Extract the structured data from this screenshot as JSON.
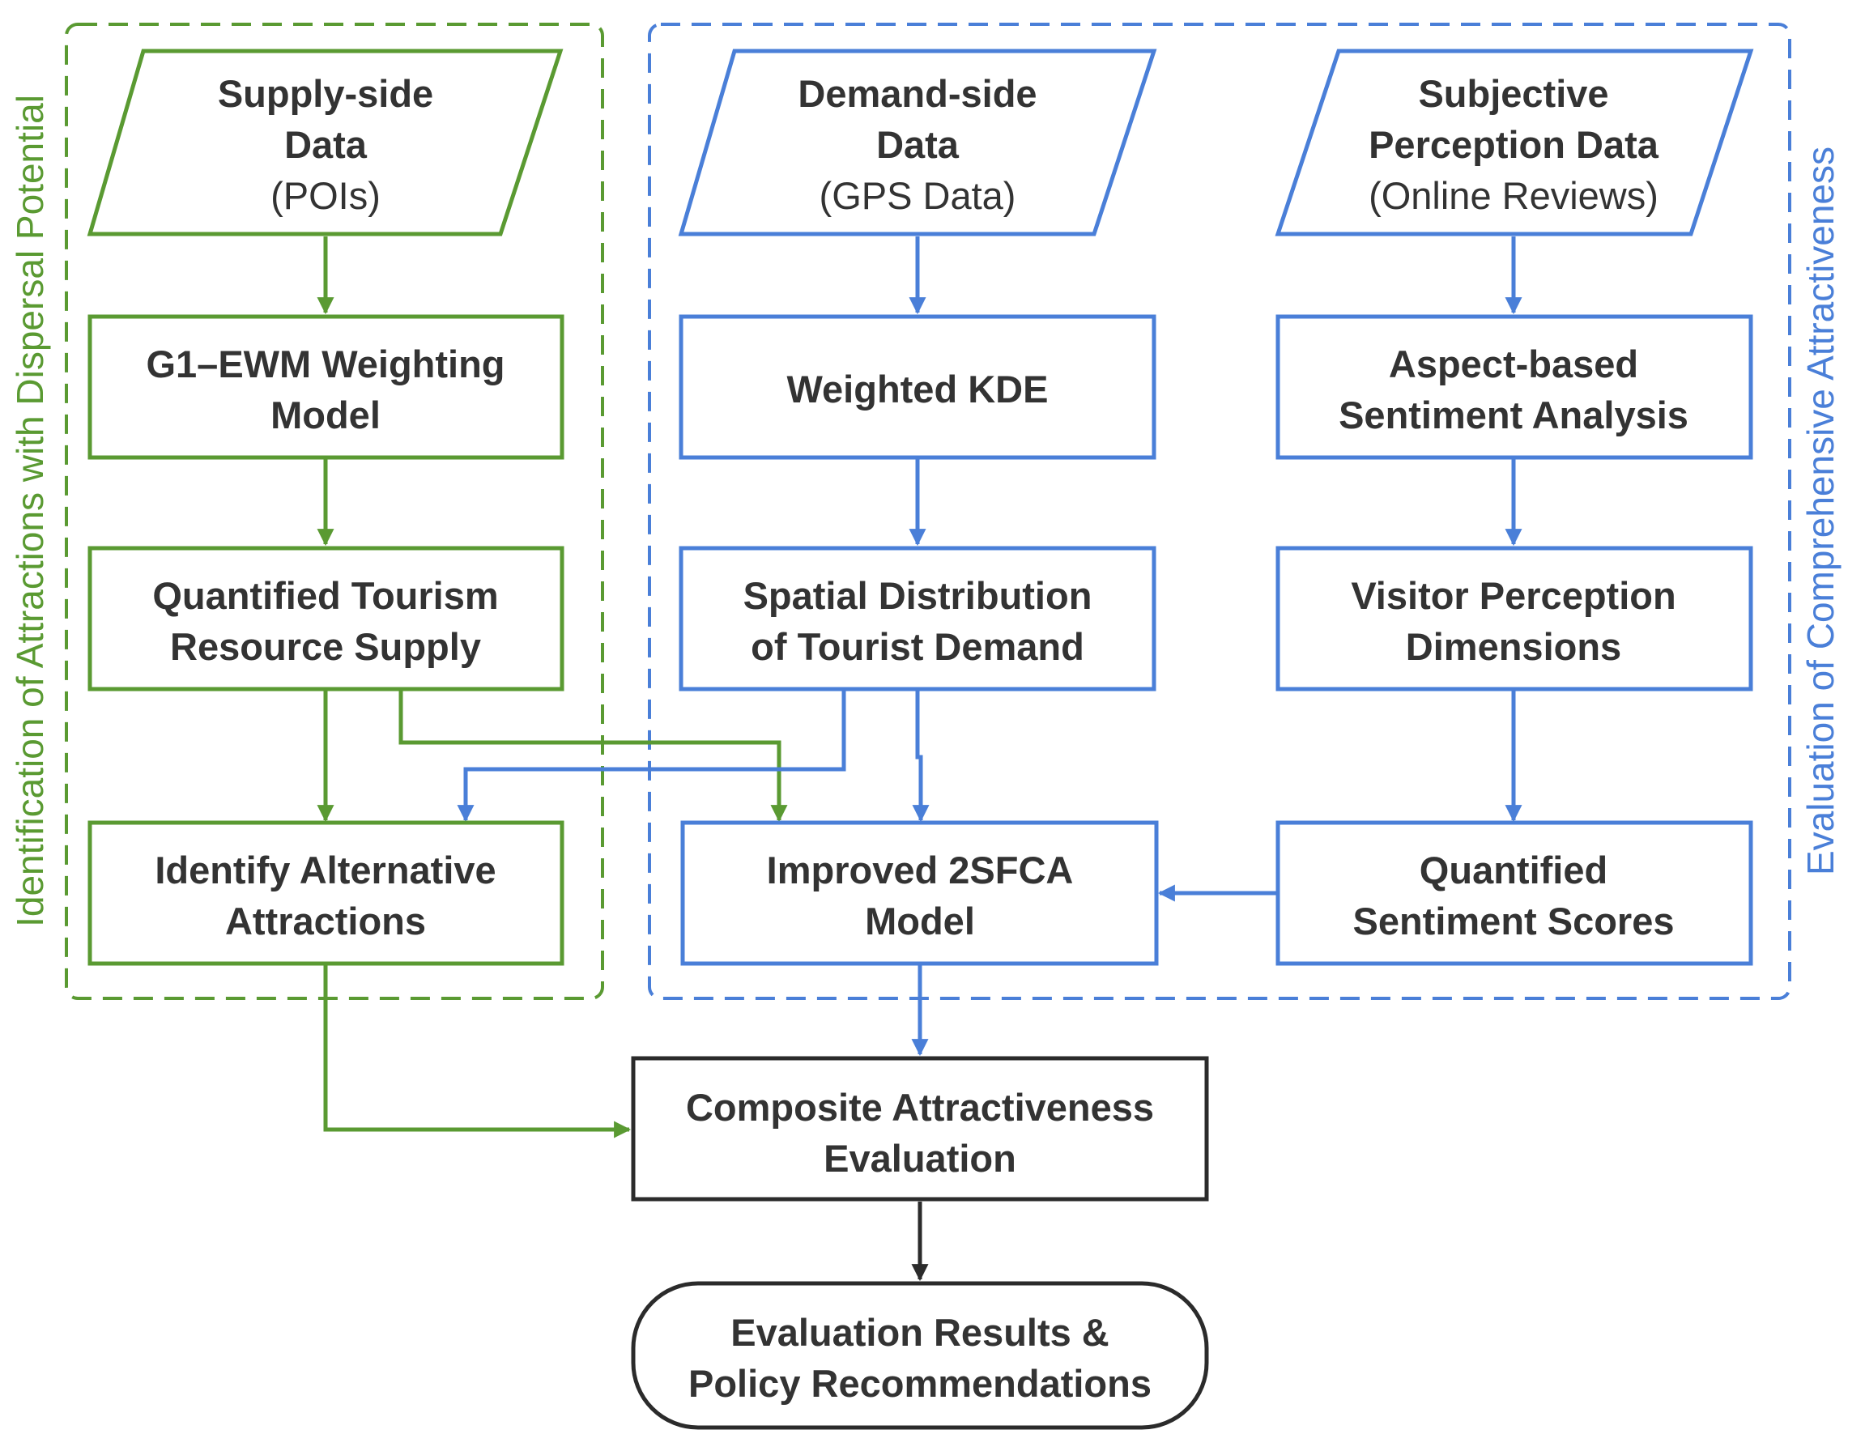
{
  "colors": {
    "green": "#5a9a32",
    "blue": "#4a7fd8",
    "dark": "#2b2b2b",
    "text": "#333333"
  },
  "groups": {
    "left_title": "Identification of Attractions with Dispersal Potential",
    "right_title": "Evaluation of Comprehensive Attractiveness"
  },
  "nodes": {
    "supply_data": {
      "line1": "Supply-side",
      "line2": "Data",
      "line3": "(POIs)"
    },
    "demand_data": {
      "line1": "Demand-side",
      "line2": "Data",
      "line3": "(GPS Data)"
    },
    "perception_data": {
      "line1": "Subjective",
      "line2": "Perception Data",
      "line3": "(Online Reviews)"
    },
    "g1_ewm": {
      "line1": "G1–EWM Weighting",
      "line2": "Model"
    },
    "weighted_kde": {
      "line1": "Weighted KDE"
    },
    "absa": {
      "line1": "Aspect-based",
      "line2": "Sentiment Analysis"
    },
    "quantified_supply": {
      "line1": "Quantified Tourism",
      "line2": "Resource Supply"
    },
    "spatial_demand": {
      "line1": "Spatial Distribution",
      "line2": "of Tourist Demand"
    },
    "visitor_dims": {
      "line1": "Visitor Perception",
      "line2": "Dimensions"
    },
    "identify_alt": {
      "line1": "Identify Alternative",
      "line2": "Attractions"
    },
    "improved_2sfca": {
      "line1": "Improved 2SFCA",
      "line2": "Model"
    },
    "sentiment_scores": {
      "line1": "Quantified",
      "line2": "Sentiment Scores"
    },
    "composite": {
      "line1": "Composite Attractiveness",
      "line2": "Evaluation"
    },
    "results": {
      "line1": "Evaluation Results &",
      "line2": "Policy Recommendations"
    }
  }
}
